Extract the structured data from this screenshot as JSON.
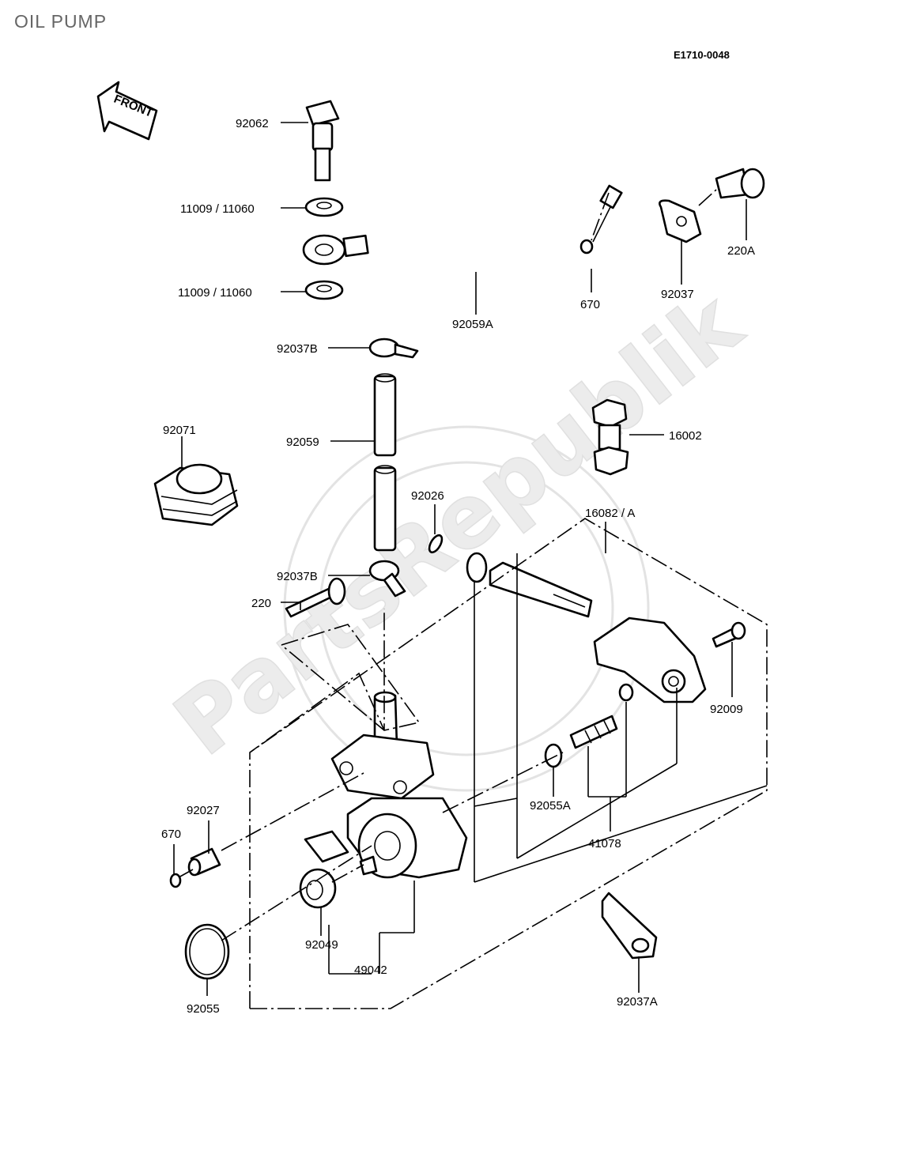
{
  "title": "OIL PUMP",
  "diagram_code": "E1710-0048",
  "front_label": "FRONT",
  "watermark": "PartsRepublik",
  "labels": {
    "p92062": "92062",
    "p11009_11060_a": "11009 / 11060",
    "p11009_11060_b": "11009 / 11060",
    "p92059A": "92059A",
    "p670_top": "670",
    "p92037": "92037",
    "p220A": "220A",
    "p92037B_top": "92037B",
    "p92059": "92059",
    "p92071": "92071",
    "p16002": "16002",
    "p92026": "92026",
    "p16082A": "16082 / A",
    "p92037B_bottom": "92037B",
    "p220": "220",
    "p92009": "92009",
    "p92027": "92027",
    "p670_bottom": "670",
    "p92055A": "92055A",
    "p41078": "41078",
    "p92049": "92049",
    "p49042": "49042",
    "p92055": "92055",
    "p92037A": "92037A"
  }
}
